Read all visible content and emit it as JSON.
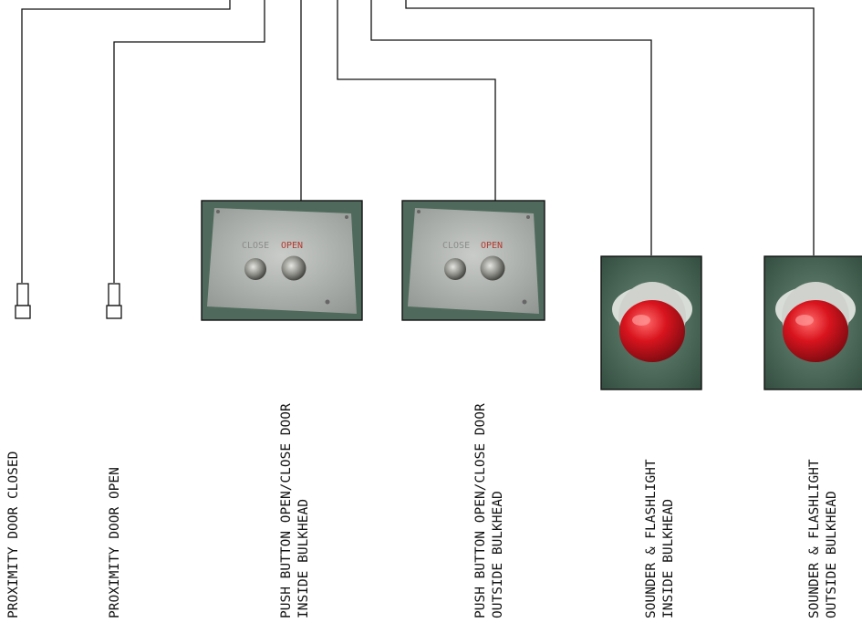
{
  "devices": [
    {
      "id": "prox-closed",
      "label_lines": [
        "PROXIMITY DOOR CLOSED"
      ]
    },
    {
      "id": "prox-open",
      "label_lines": [
        "PROXIMITY DOOR OPEN"
      ]
    },
    {
      "id": "pb-inside",
      "label_lines": [
        "PUSH BUTTON OPEN/CLOSE DOOR",
        "INSIDE BULKHEAD"
      ],
      "buttons": [
        "CLOSE",
        "OPEN"
      ]
    },
    {
      "id": "pb-outside",
      "label_lines": [
        "PUSH BUTTON OPEN/CLOSE DOOR",
        "OUTSIDE BULKHEAD"
      ],
      "buttons": [
        "CLOSE",
        "OPEN"
      ]
    },
    {
      "id": "sounder-inside",
      "label_lines": [
        "SOUNDER & FLASHLIGHT",
        "INSIDE BULKHEAD"
      ]
    },
    {
      "id": "sounder-outside",
      "label_lines": [
        "SOUNDER & FLASHLIGHT",
        "OUTSIDE BULKHEAD"
      ]
    }
  ],
  "colors": {
    "wire": "#111111",
    "panel": "#b7bab6",
    "panel_bg": "#4f6a5d",
    "close_text": "#8a8d8b",
    "open_text": "#b43a30",
    "lamp": "#d8141e",
    "lamp_bg": "#3d5e4c",
    "lamp_base": "#d9ddd8"
  }
}
